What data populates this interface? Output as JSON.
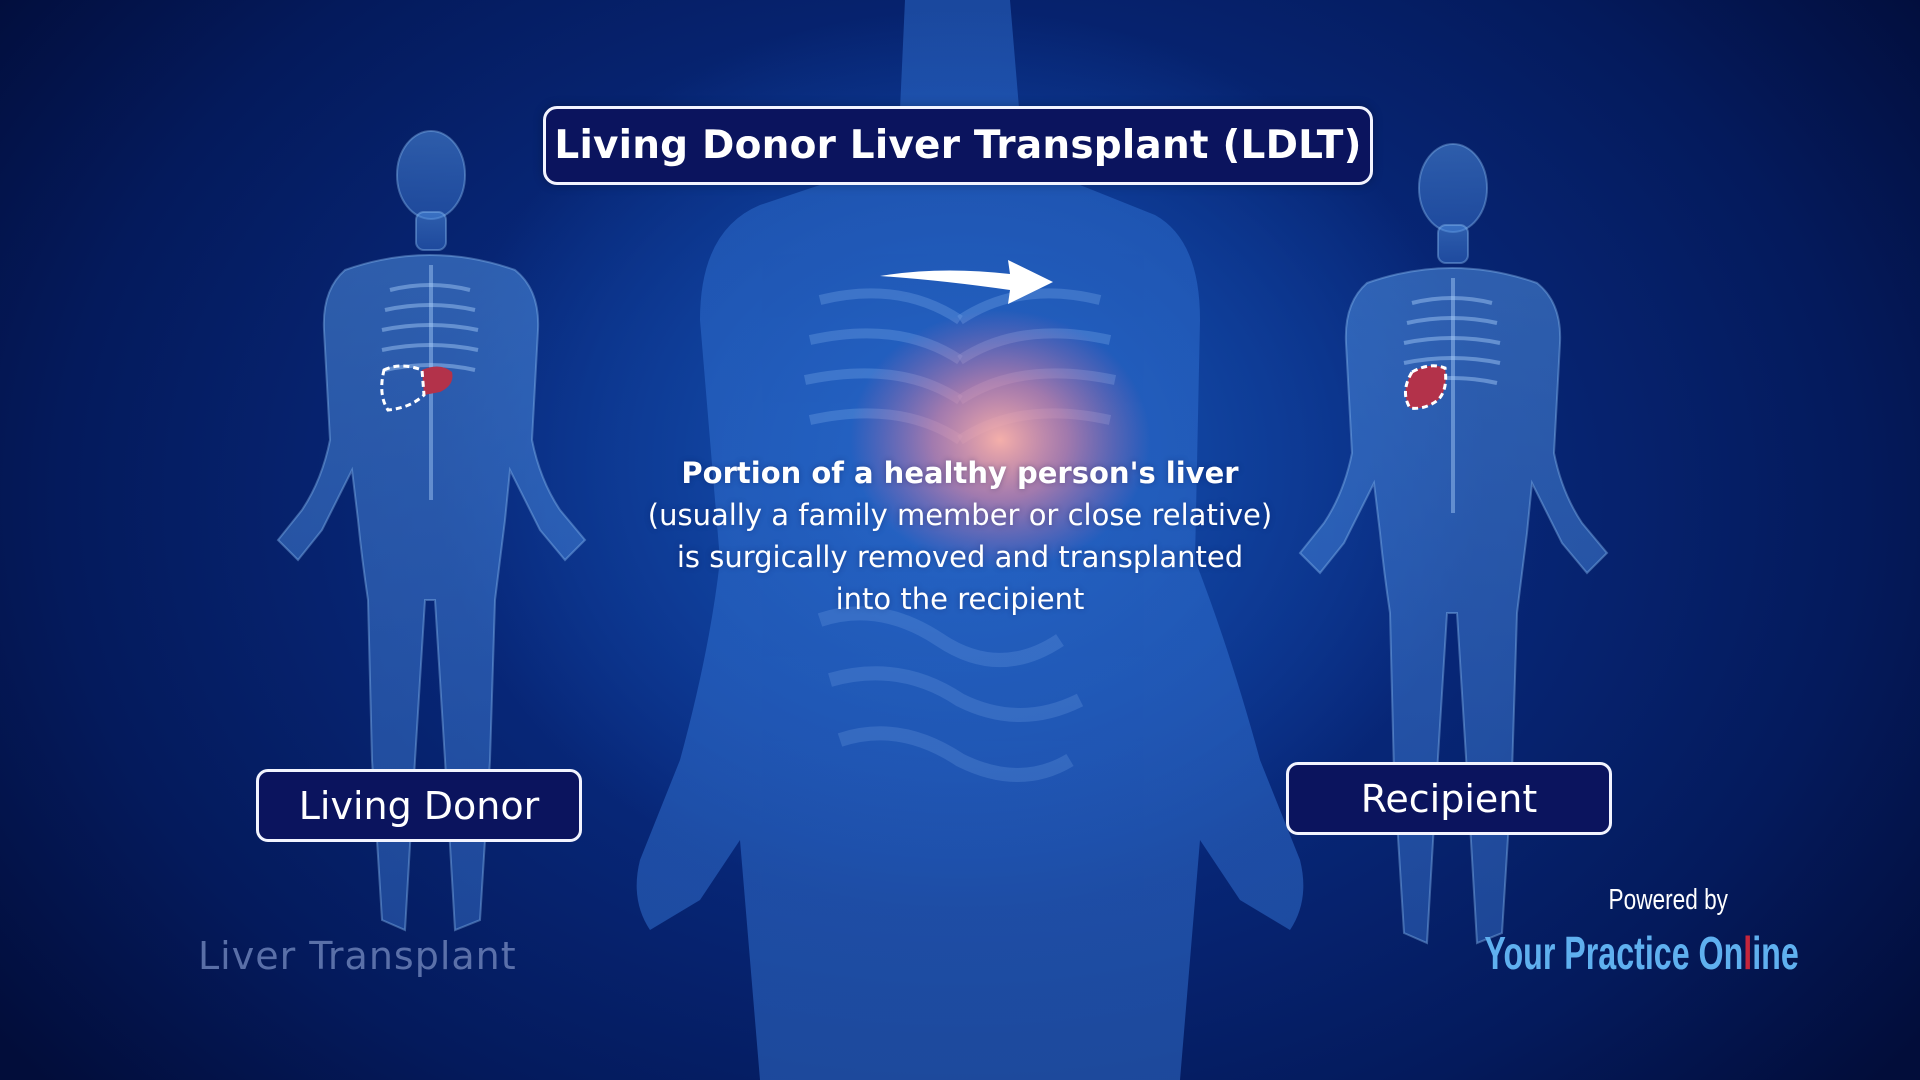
{
  "title": "Living Donor Liver Transplant (LDLT)",
  "description": {
    "heading": "Portion of a healthy person's liver",
    "lines": [
      "(usually a family member or close relative)",
      "is surgically removed and transplanted",
      "into the recipient"
    ]
  },
  "labels": {
    "donor": "Living Donor",
    "recipient": "Recipient"
  },
  "watermark": "Liver Transplant",
  "branding": {
    "powered_by": "Powered by",
    "brand_part1": "Your Practice On",
    "brand_syringe": "l",
    "brand_part2": "ine"
  },
  "icons": {
    "arrow": "curved-right-arrow",
    "donor_liver": "liver-partial-red",
    "recipient_liver": "liver-full-red"
  },
  "colors": {
    "background": "#041a5c",
    "box_fill": "#0b145e",
    "box_border": "#f2f4ff",
    "liver_red": "#b3324a",
    "glow_pink": "#ff9aa8",
    "brand_blue": "#5fb0ef",
    "brand_red": "#c5263c",
    "watermark_gray": "#6a7fb6"
  }
}
